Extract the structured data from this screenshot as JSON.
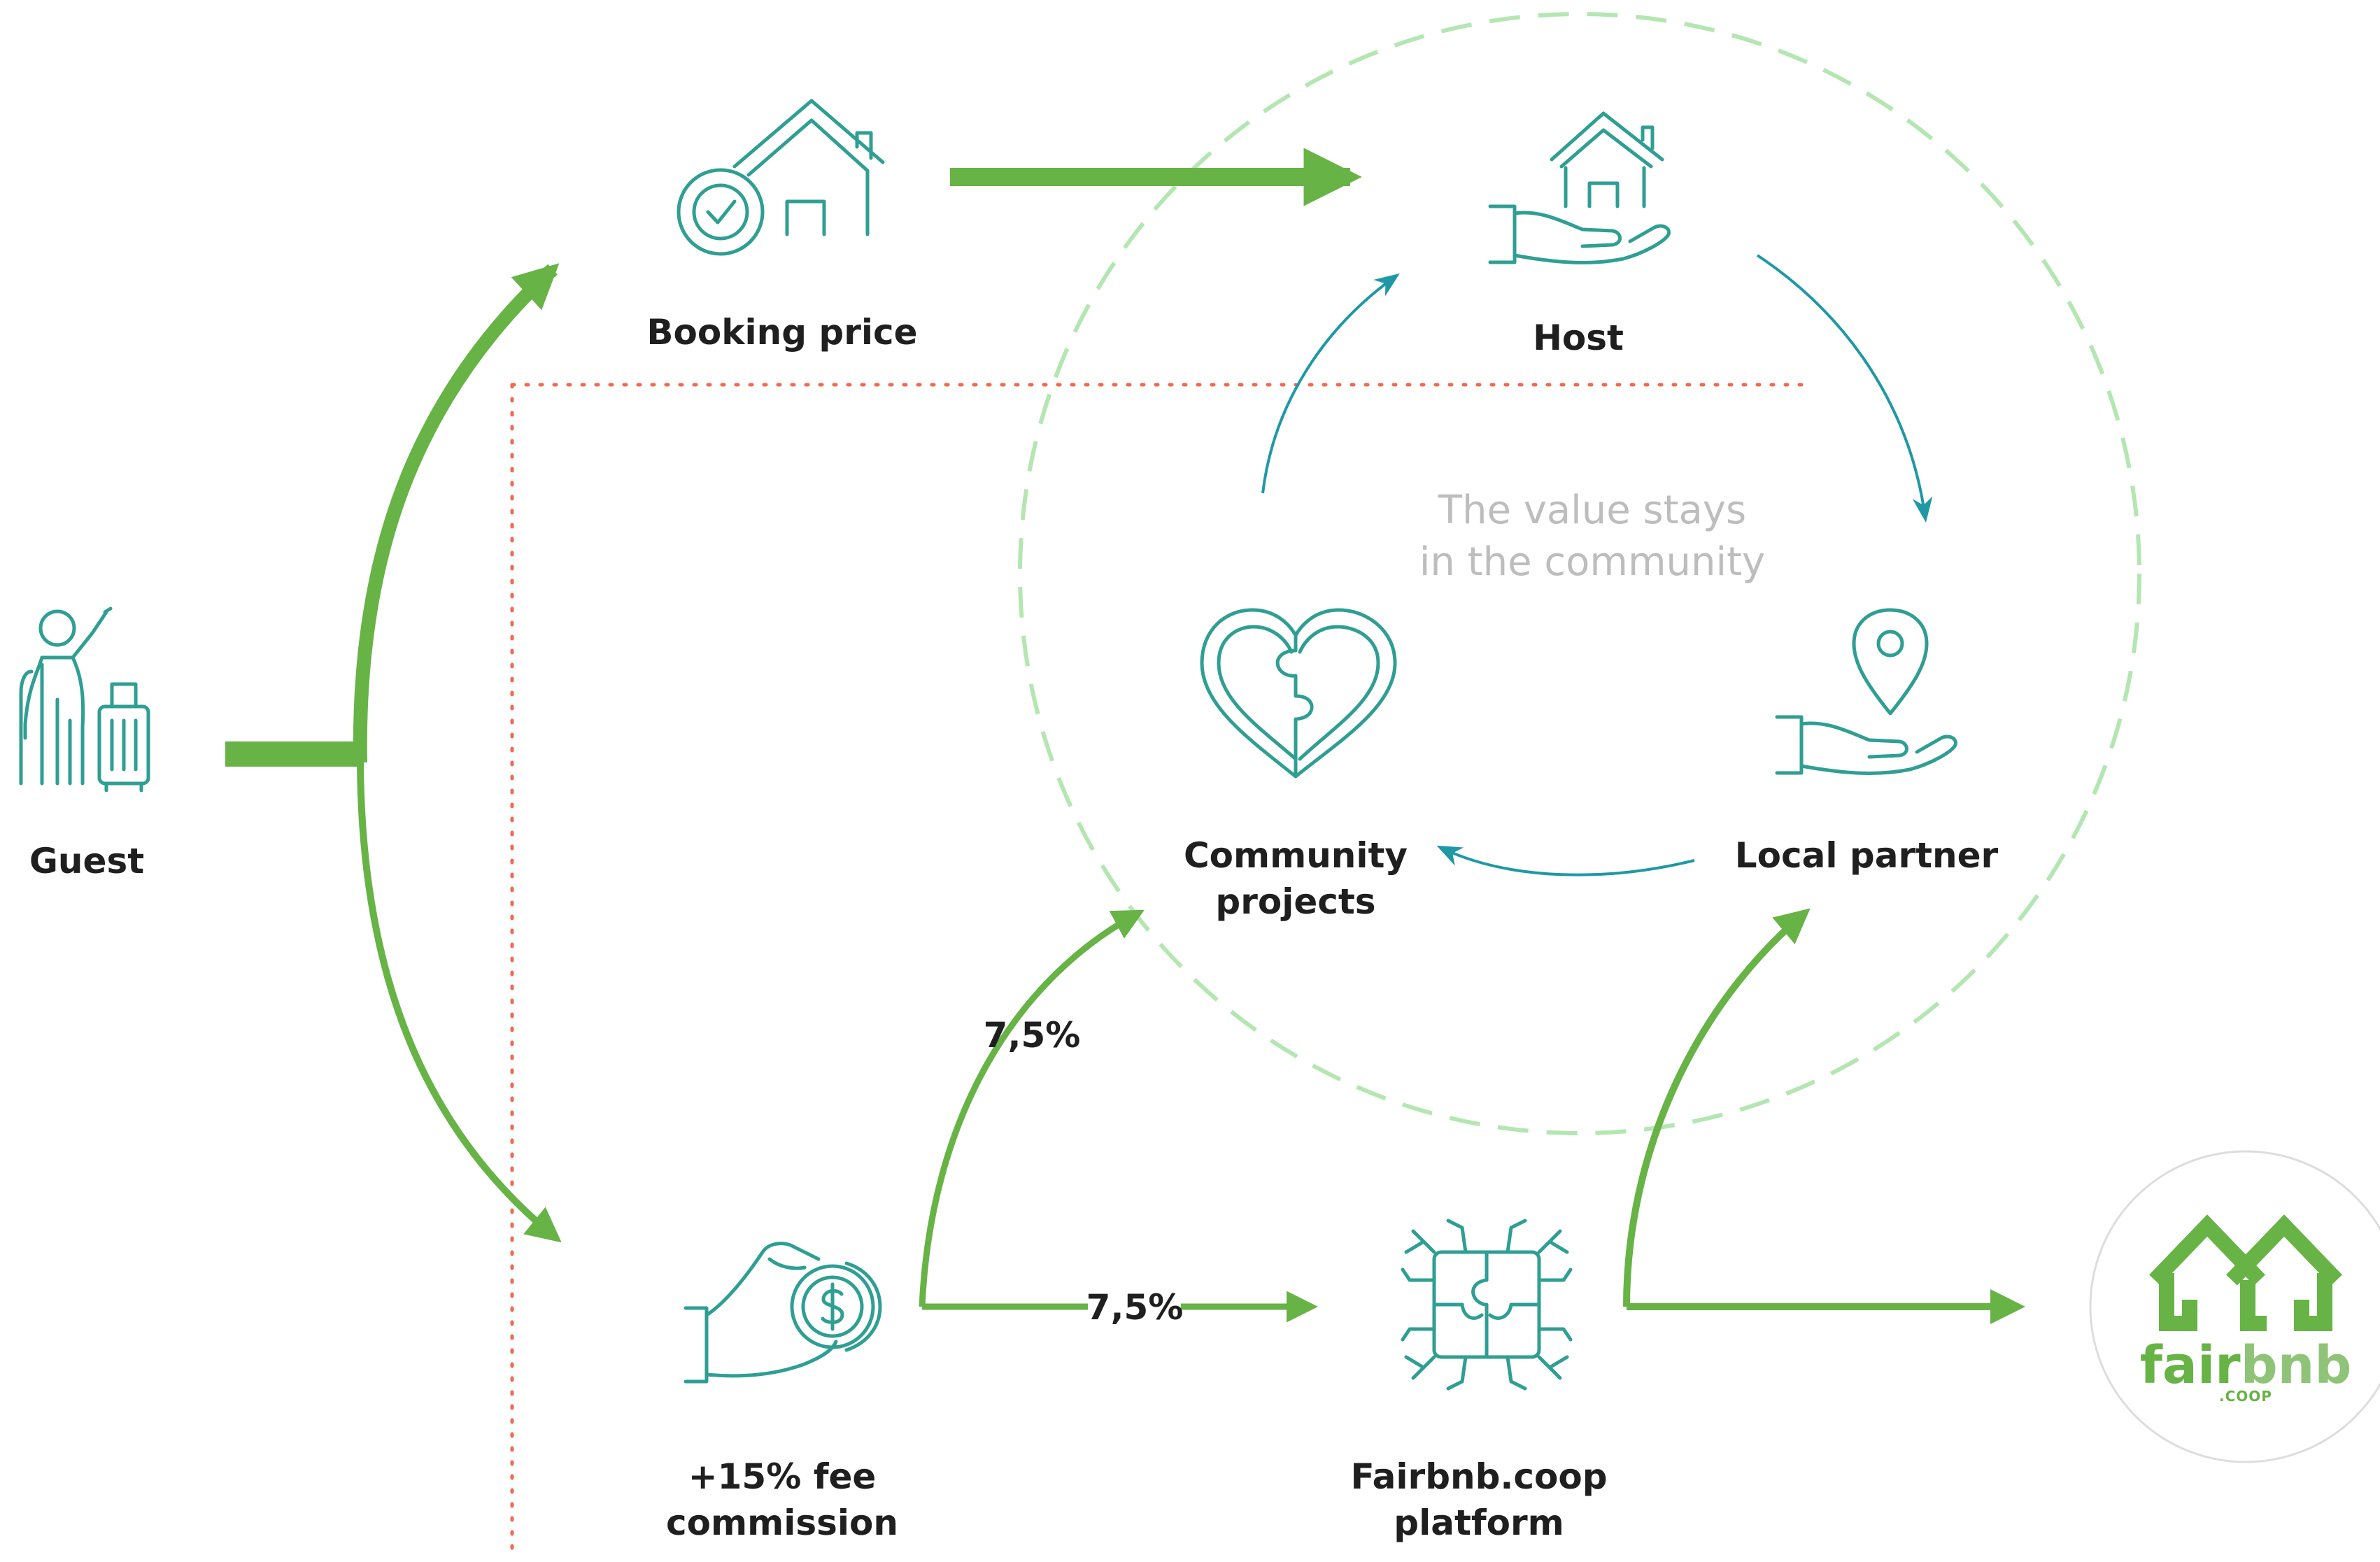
{
  "nodes": {
    "guest": {
      "label": "Guest"
    },
    "booking_price": {
      "label": "Booking price"
    },
    "host": {
      "label": "Host"
    },
    "local_partner": {
      "label": "Local partner"
    },
    "community_projects": {
      "label_line1": "Community",
      "label_line2": "projects"
    },
    "fee_commission": {
      "label_line1": "+15% fee",
      "label_line2": "commission"
    },
    "platform": {
      "label_line1": "Fairbnb.coop",
      "label_line2": "platform"
    }
  },
  "community_circle": {
    "line1": "The value stays",
    "line2": "in the community"
  },
  "splits": {
    "to_community": "7,5%",
    "to_platform": "7,5%"
  },
  "logo": {
    "wordmark_left": "fair",
    "wordmark_right": "bnb",
    "sub": ".COOP"
  },
  "colors": {
    "flow_green": "#67b346",
    "icon_teal": "#2f9e93",
    "circle_dash": "#b4e6b2",
    "dotted_red": "#ef6a4f",
    "cycle_arrow": "#1f98a6",
    "caption_gray": "#bdbdbd"
  },
  "icons": {
    "guest": "traveler-with-suitcase-icon",
    "booking_price": "house-with-checkmark-icon",
    "host": "hand-holding-house-icon",
    "local_partner": "hand-holding-location-pin-icon",
    "community_projects": "puzzle-heart-icon",
    "fee_commission": "hand-with-coin-icon",
    "platform": "puzzle-network-icon"
  }
}
